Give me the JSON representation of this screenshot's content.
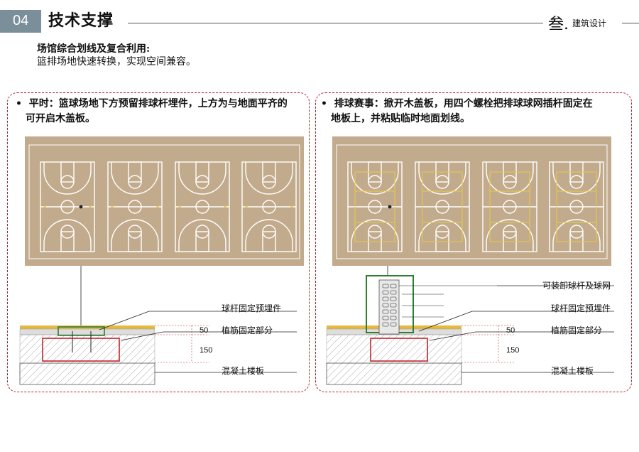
{
  "header": {
    "section_number": "04",
    "title": "技术支撑",
    "logo_glyph": "叁.",
    "logo_text": "建筑设计"
  },
  "intro": {
    "heading": "场馆综合划线及复合利用:",
    "body": "篮排场地快速转换，实现空间兼容。"
  },
  "left_panel": {
    "text_line1": "平时：篮球场地下方预留排球杆埋件，上方为与地面平齐的",
    "text_line2": "可开启木盖板。",
    "label_embed": "球杆固定预埋件",
    "label_rebar": "植筋固定部分",
    "label_slab": "混凝土楼板",
    "dim_50": "50",
    "dim_150": "150"
  },
  "right_panel": {
    "text_line1": "排球赛事：掀开木盖板，用四个螺栓把排球球网插杆固定在",
    "text_line2": "地板上，并粘贴临时地面划线。",
    "label_pole": "可装卸球杆及球网",
    "label_embed": "球杆固定预埋件",
    "label_rebar": "植筋固定部分",
    "label_slab": "混凝土楼板",
    "dim_50": "50",
    "dim_150": "150"
  },
  "colors": {
    "court_fill": "#c2ab8c",
    "dashed_border": "#b32020",
    "volleyball_line": "#e8c84a",
    "pole_frame": "#2e7d32"
  }
}
